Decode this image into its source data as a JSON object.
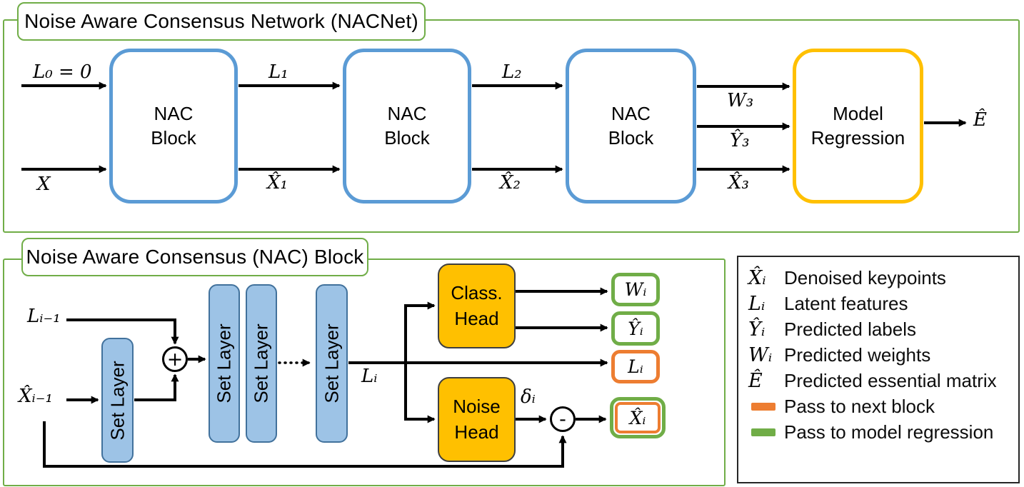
{
  "top_panel": {
    "title": "Noise Aware Consensus Network (NACNet)",
    "nac_block": {
      "line1": "NAC",
      "line2": "Block"
    },
    "model_regression": {
      "line1": "Model",
      "line2": "Regression"
    },
    "labels": {
      "l0": "L₀ = 0",
      "x": "X",
      "l1": "L₁",
      "x1": "X̂₁",
      "l2": "L₂",
      "x2": "X̂₂",
      "w3": "W₃",
      "y3": "Ŷ₃",
      "x3": "X̂₃",
      "e_hat": "Ê"
    }
  },
  "nac_panel": {
    "title": "Noise Aware Consensus (NAC) Block",
    "set_layer_label": "Set Layer",
    "sum_symbol": "+",
    "minus_symbol": "-",
    "class_head": {
      "line1": "Class.",
      "line2": "Head"
    },
    "noise_head": {
      "line1": "Noise",
      "line2": "Head"
    },
    "labels": {
      "l_prev": "Lᵢ₋₁",
      "x_prev": "X̂ᵢ₋₁",
      "l_i": "Lᵢ",
      "delta": "δᵢ"
    },
    "outputs": {
      "w": "Wᵢ",
      "y": "Ŷᵢ",
      "l": "Lᵢ",
      "x": "X̂ᵢ"
    }
  },
  "legend": {
    "rows": [
      {
        "symbol": "X̂ᵢ",
        "label": "Denoised keypoints"
      },
      {
        "symbol": "Lᵢ",
        "label": "Latent features"
      },
      {
        "symbol": "Ŷᵢ",
        "label": "Predicted labels"
      },
      {
        "symbol": "Wᵢ",
        "label": "Predicted weights"
      },
      {
        "symbol": "Ê",
        "label": "Predicted essential matrix"
      },
      {
        "swatch": "orange",
        "label": "Pass to next block"
      },
      {
        "swatch": "green",
        "label": "Pass to model regression"
      }
    ]
  },
  "colors": {
    "block_blue": "#5B9BD5",
    "set_layer_fill": "#9DC3E6",
    "set_layer_border": "#41719C",
    "head_fill": "#FFC000",
    "model_regression_border": "#FFC000",
    "panel_green": "#70AD47",
    "pass_next_orange": "#ED7D31",
    "pass_regression_green": "#70AD47",
    "arrow_black": "#000000"
  }
}
